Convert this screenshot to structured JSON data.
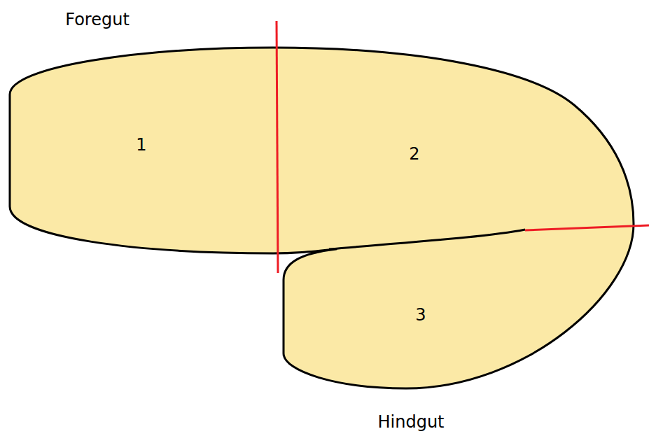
{
  "diagram": {
    "labels": [
      "Foregut",
      "1",
      "2",
      "3",
      "Hindgut"
    ]
  }
}
